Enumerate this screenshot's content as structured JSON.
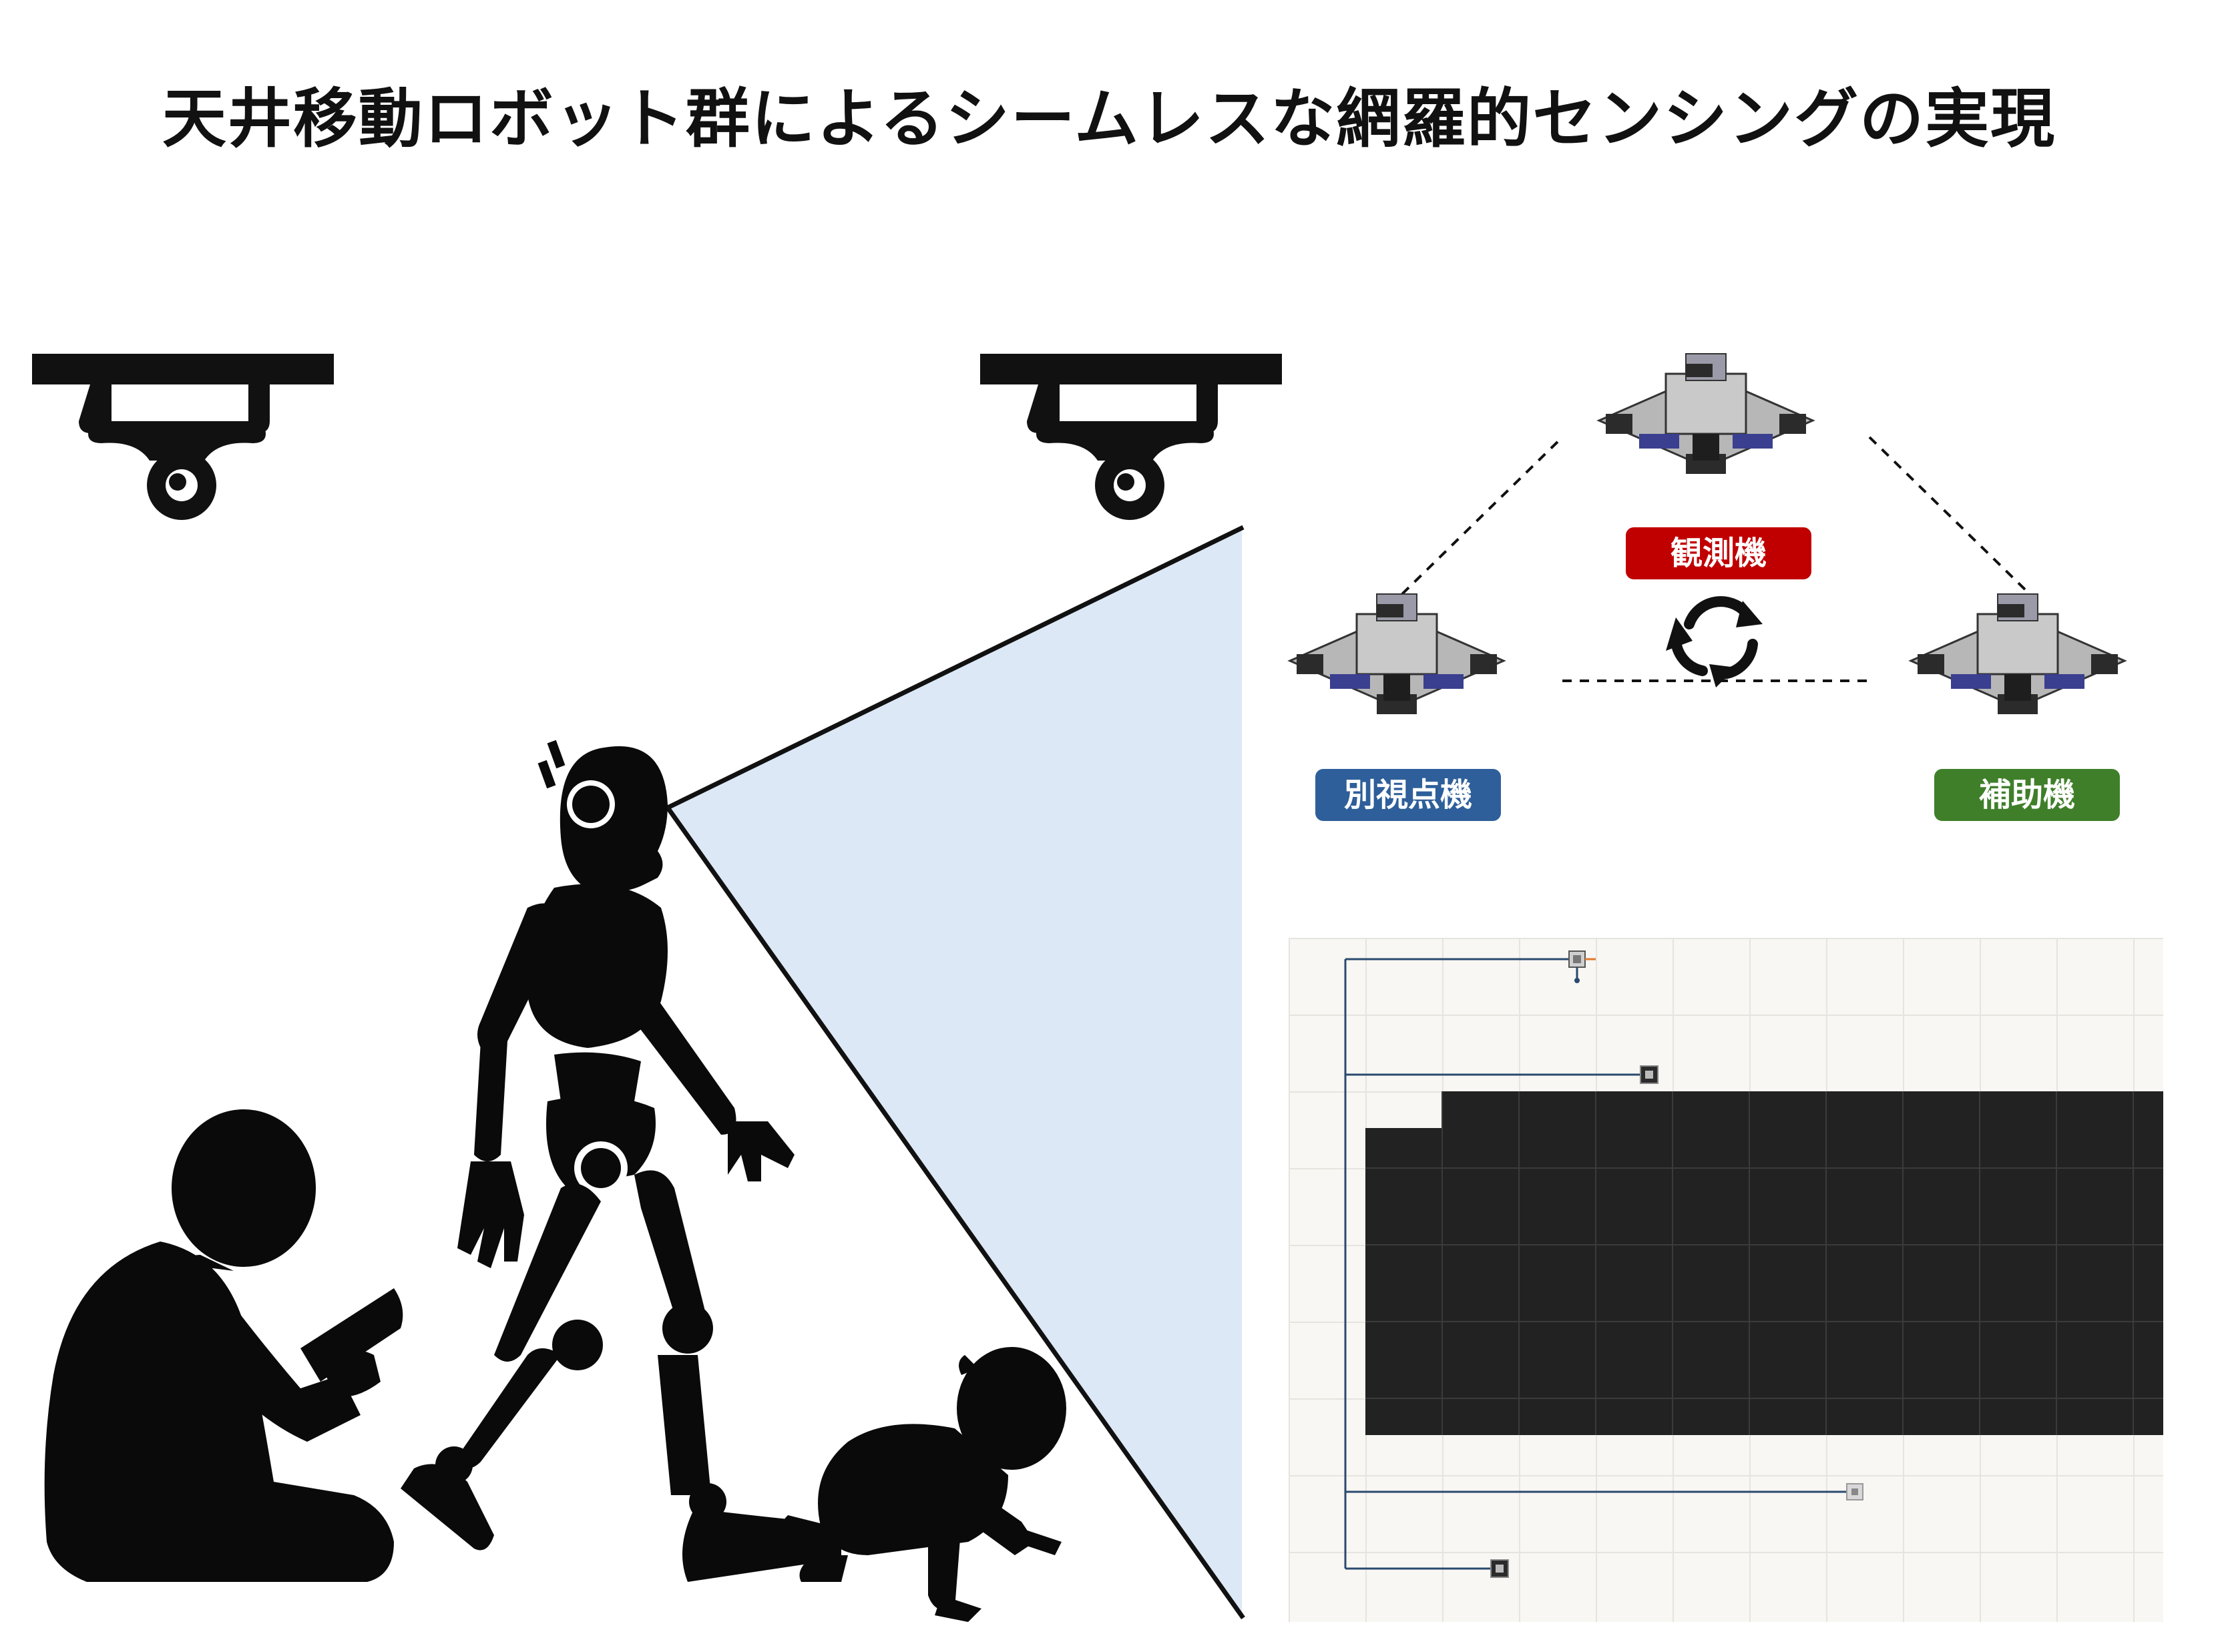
{
  "title": "天井移動ロボット群によるシームレスな網羅的センシングの実現",
  "badges": {
    "observe": "観測機",
    "alt_viewpoint": "別視点機",
    "assist": "補助機"
  },
  "colors": {
    "observe": "#c00000",
    "alt_viewpoint": "#2e5f9a",
    "assist": "#3f7f2a",
    "field_of_view": "#dce8f5",
    "occupied_cells": "#222222",
    "grid_background": "#f8f7f3",
    "path_line": "#2a4a6e"
  },
  "icons": {
    "ceiling_cameras": "ceiling-camera-icon",
    "cycle": "cycle-arrows-icon",
    "ceiling_robot": "ceiling-robot-icon",
    "figures": [
      "child-reading-icon",
      "humanoid-robot-icon",
      "crawling-baby-icon"
    ]
  }
}
